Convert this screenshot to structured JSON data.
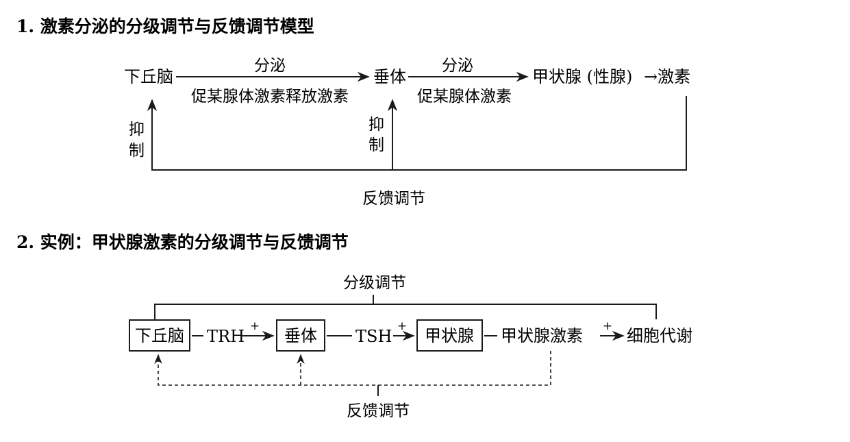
{
  "section1": {
    "heading": "1.  激素分泌的分级调节与反馈调节模型",
    "nodes": {
      "hypothalamus": "下丘脑",
      "pituitary": "垂体",
      "thyroid": "甲状腺 (性腺)",
      "hormone": "→激素"
    },
    "arrow1": {
      "top": "分泌",
      "bottom": "促某腺体激素释放激素"
    },
    "arrow2": {
      "top": "分泌",
      "bottom": "促某腺体激素"
    },
    "inhibit_left": [
      "抑",
      "制"
    ],
    "inhibit_right": [
      "抑",
      "制"
    ],
    "feedback_label": "反馈调节"
  },
  "section2": {
    "heading": "2.  实例：甲状腺激素的分级调节与反馈调节",
    "grading_label": "分级调节",
    "nodes": {
      "hypothalamus": "下丘脑",
      "pituitary": "垂体",
      "thyroid": "甲状腺",
      "thyroid_hormone": "甲状腺激素",
      "metabolism": "细胞代谢"
    },
    "trh": "TRH",
    "tsh": "TSH",
    "plus": "+",
    "feedback_label": "反馈调节"
  }
}
